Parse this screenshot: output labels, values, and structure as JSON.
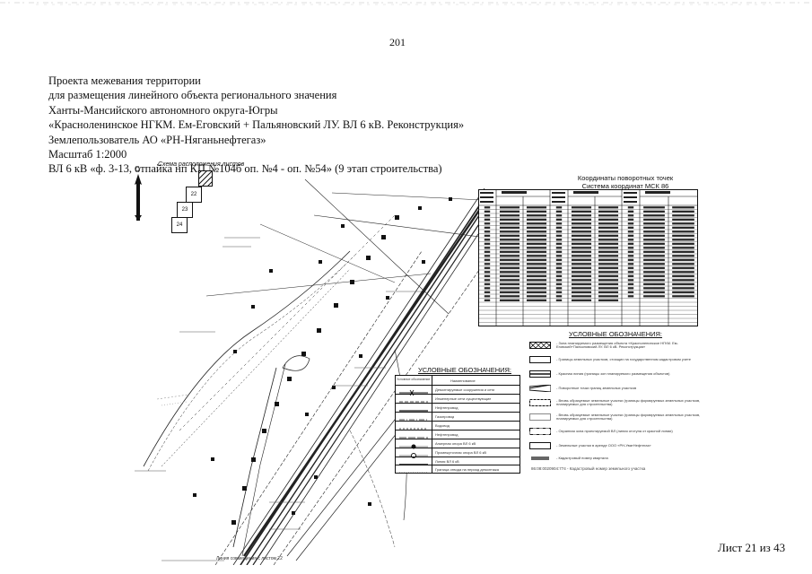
{
  "page_number": "201",
  "header": {
    "lines": [
      "Проекта межевания территории",
      "для размещения линейного объекта регионального значения",
      "Ханты-Мансийского автономного округа-Югры",
      "«Красноленинское НГКМ. Ем-Еговский + Пальяновский ЛУ. ВЛ 6 кВ. Реконструкция»",
      "Землепользователь АО «РН-Няганьнефтегаз»",
      "Масштаб 1:2000",
      "ВЛ 6 кВ «ф. 3-13, отпайка нп КП №104б оп. №4 - оп. №54» (9 этап строительства)"
    ]
  },
  "map": {
    "north_label": "С",
    "scheme_title": "Схема расположения листов",
    "sheet_numbers": [
      "22",
      "23",
      "24"
    ],
    "bottom_caption": "Линия совмещения с листом 22"
  },
  "coordinates": {
    "title_line1": "Координаты поворотных точек",
    "title_line2": "Система координат МСК 86"
  },
  "legend_right": {
    "title": "УСЛОВНЫЕ ОБОЗНАЧЕНИЯ:",
    "items": [
      "- Зона планируемого размещения объекта «Красноленинское НГКМ. Ем-Еговский+Пальяновский ЛУ. ВЛ 6 кВ. Реконструкция»",
      "- Границы земельных участков, стоящих на государственном кадастровом учете",
      "- Красная линия (границы зон планируемого размещения объектов)",
      "- Поворотные точки границ земельных участков",
      "- Вновь образуемые земельные участки (границы формируемых земельных участков, планируемых для строительства)",
      "- Вновь образуемые земельные участки (границы формируемых земельных участков, планируемых для строительства)",
      "- Охранная зона проектируемой ВЛ (линия отступа от красной линии)",
      "- Земельные участки в аренде ООО «РН-УватНефтегаз»",
      "- Кадастровый номер квартала",
      "- Кадастровый номер земельного участка"
    ],
    "caption": "86:08:0020904:774 - Кадастровый номер земельного участка"
  },
  "legend_left": {
    "title": "УСЛОВНЫЕ ОБОЗНАЧЕНИЯ:",
    "header_col1": "Условное обозначение",
    "header_col2": "Наименование",
    "items": [
      "Демонтируемые сооружения и сети",
      "Инженерные сети существующие",
      "Нефтепровод",
      "Газопровод",
      "Водовод",
      "Нефтепровод",
      "Анкерная опора ВЛ 6 кВ",
      "Промежуточная опора ВЛ 6 кВ",
      "Линия ВЛ 6 кВ",
      "Граница отвода на период демонтажа"
    ]
  },
  "footer": {
    "sheet": "Лист 21 из 43"
  }
}
